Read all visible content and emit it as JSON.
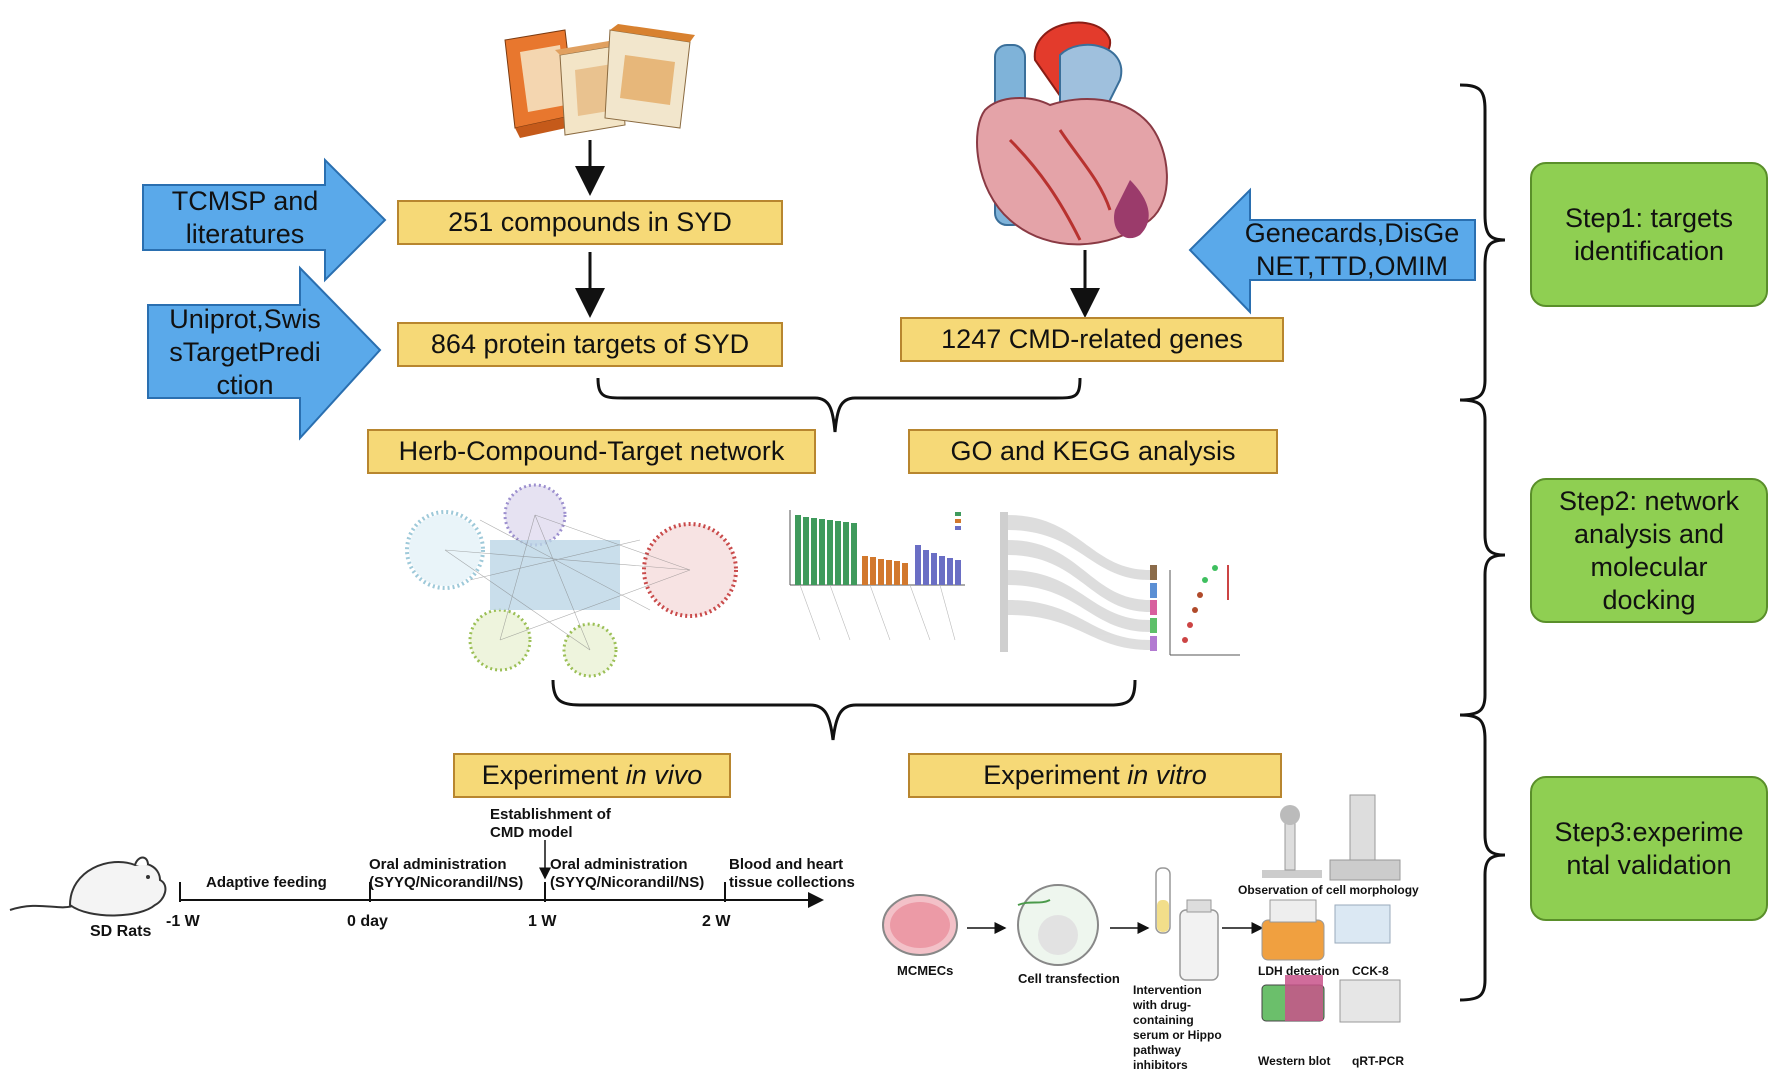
{
  "boxes": {
    "compounds": "251 compounds in SYD",
    "protein_targets": "864 protein targets of SYD",
    "cmd_genes": "1247 CMD-related genes",
    "herb_network": "Herb-Compound-Target network",
    "go_kegg": "GO and KEGG analysis",
    "exp_vivo_prefix": "Experiment ",
    "exp_vivo_italic": "in vivo",
    "exp_vitro_prefix": "Experiment ",
    "exp_vitro_italic": "in vitro"
  },
  "sources": {
    "tcmsp_line1": "TCMSP and",
    "tcmsp_line2": "literatures",
    "uniprot_line1": "Uniprot,Swis",
    "uniprot_line2": "sTargetPredi",
    "uniprot_line3": "ction",
    "genecards_line1": "Genecards,DisGe",
    "genecards_line2": "NET,TTD,OMIM"
  },
  "steps": {
    "step1_line1": "Step1: targets",
    "step1_line2": "identification",
    "step2_line1": "Step2: network",
    "step2_line2": "analysis and",
    "step2_line3": "molecular",
    "step2_line4": "docking",
    "step3_line1": "Step3:experime",
    "step3_line2": "ntal validation"
  },
  "timeline": {
    "subject": "SD Rats",
    "ticks": [
      "-1 W",
      "0 day",
      "1 W",
      "2 W"
    ],
    "phase1": "Adaptive feeding",
    "phase2_line1": "Oral administration",
    "phase2_line2": "(SYYQ/Nicorandil/NS)",
    "phase3_line1": "Oral administration",
    "phase3_line2": "(SYYQ/Nicorandil/NS)",
    "phase4_line1": "Blood and heart",
    "phase4_line2": "tissue collections",
    "model_line1": "Establishment of",
    "model_line2": "CMD model"
  },
  "invitro": {
    "cells": "MCMECs",
    "transfection": "Cell transfection",
    "intervention_line1": "Intervention",
    "intervention_line2": "with drug-",
    "intervention_line3": "containing",
    "intervention_line4": "serum or Hippo",
    "intervention_line5": "pathway",
    "intervention_line6": "inhibitors",
    "morphology": "Observation of cell morphology",
    "ldh": "LDH detection",
    "cck8": "CCK-8",
    "western": "Western blot",
    "qrtpcr": "qRT-PCR"
  },
  "colors": {
    "yellow_box": "#f6d977",
    "blue_arrow": "#5aa9ea",
    "green_box": "#8fcf52"
  }
}
